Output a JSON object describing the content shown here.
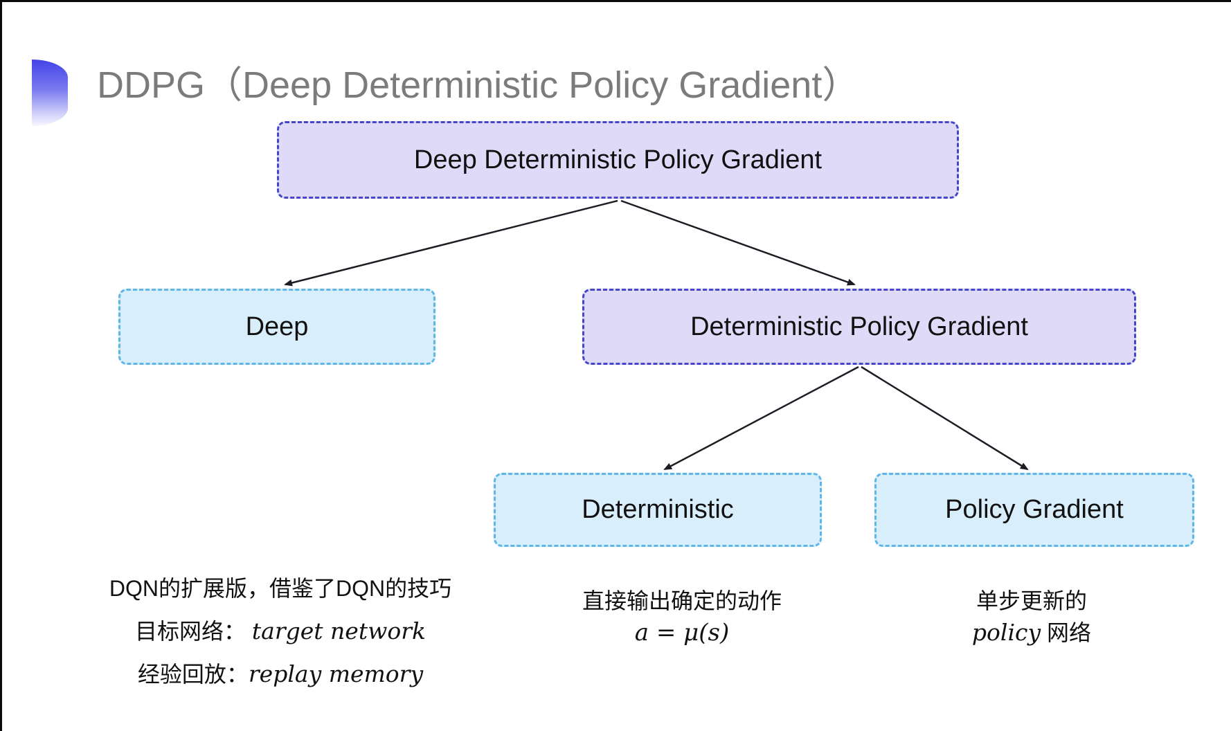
{
  "title": {
    "text": "DDPG（Deep Deterministic Policy Gradient）"
  },
  "colors": {
    "purple_fill": "#dedaf8",
    "purple_border": "#4545cd",
    "blue_fill": "#d9eefb",
    "blue_border": "#5db6e8",
    "title_gray": "#7b7b7b",
    "icon_blue": "#4343e8",
    "arrow": "#1c1c24"
  },
  "nodes": {
    "root": "Deep Deterministic Policy Gradient",
    "deep": "Deep",
    "dpg": "Deterministic Policy Gradient",
    "deterministic": "Deterministic",
    "policy_gradient": "Policy Gradient"
  },
  "annotations": {
    "deep_note": {
      "line1": "DQN的扩展版，借鉴了DQN的技巧",
      "line2_label": "目标网络：",
      "line2_term": "target network",
      "line3_label": "经验回放：",
      "line3_term": "replay memory"
    },
    "deterministic_note": {
      "line1": "直接输出确定的动作",
      "formula": "a = μ(s)"
    },
    "policy_gradient_note": {
      "line1": "单步更新的",
      "term": "policy",
      "suffix": " 网络"
    }
  }
}
